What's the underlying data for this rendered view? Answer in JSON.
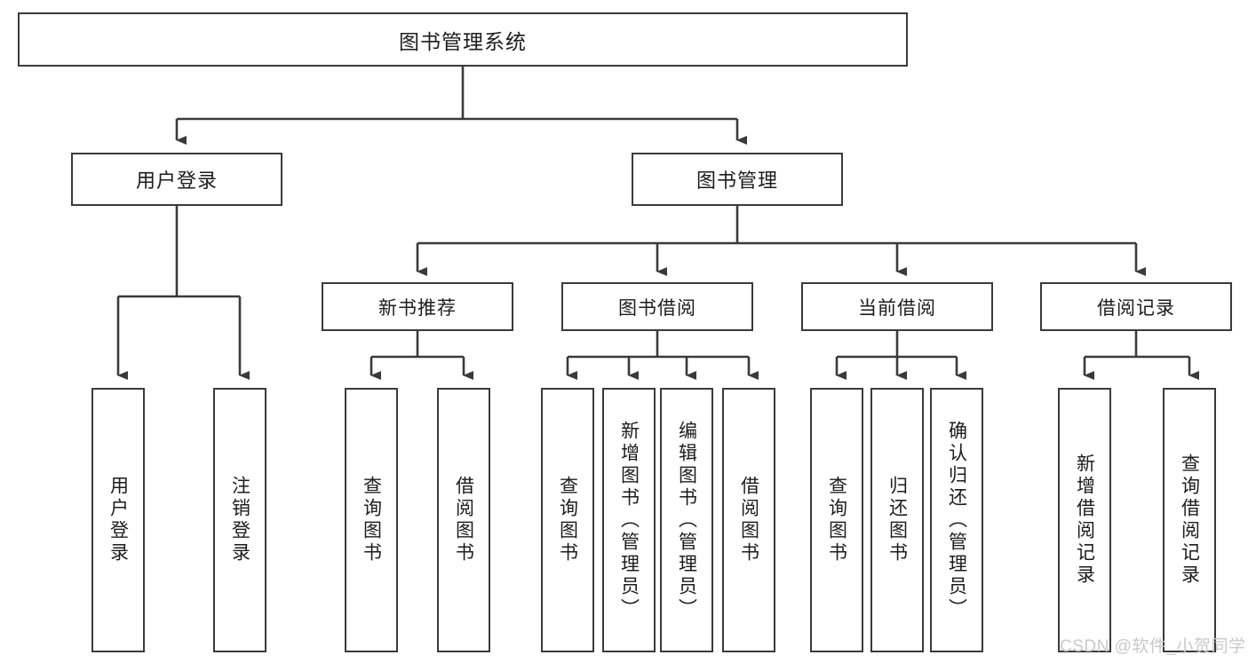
{
  "diagram": {
    "title_box": {
      "label": "图书管理系统"
    },
    "level1": [
      {
        "id": "user-login",
        "label": "用户登录"
      },
      {
        "id": "book-management",
        "label": "图书管理"
      }
    ],
    "level2": [
      {
        "id": "new-book-recommend",
        "label": "新书推荐"
      },
      {
        "id": "book-borrow",
        "label": "图书借阅"
      },
      {
        "id": "current-borrow",
        "label": "当前借阅"
      },
      {
        "id": "borrow-record",
        "label": "借阅记录"
      }
    ],
    "leaves": {
      "user_login": [
        {
          "id": "leaf-user-login",
          "label": "用户登录"
        },
        {
          "id": "leaf-logout-login",
          "label": "注销登录"
        }
      ],
      "new_book_recommend": [
        {
          "id": "leaf-query-book-1",
          "label": "查询图书"
        },
        {
          "id": "leaf-borrow-book-1",
          "label": "借阅图书"
        }
      ],
      "book_borrow": [
        {
          "id": "leaf-query-book-2",
          "label": "查询图书"
        },
        {
          "id": "leaf-add-book",
          "label": "新增图书（管理员）"
        },
        {
          "id": "leaf-edit-book",
          "label": "编辑图书（管理员）"
        },
        {
          "id": "leaf-borrow-book-2",
          "label": "借阅图书"
        }
      ],
      "current_borrow": [
        {
          "id": "leaf-query-book-3",
          "label": "查询图书"
        },
        {
          "id": "leaf-return-book",
          "label": "归还图书"
        },
        {
          "id": "leaf-confirm-return",
          "label": "确认归还（管理员）"
        }
      ],
      "borrow_record": [
        {
          "id": "leaf-add-record",
          "label": "新增借阅记录"
        },
        {
          "id": "leaf-query-record",
          "label": "查询借阅记录"
        }
      ]
    },
    "watermark": "CSDN @软件_小贺同学",
    "colors": {
      "stroke": "#3a3a3a",
      "text": "#1c1c1c",
      "background": "#ffffff",
      "watermark": "#c9c9c9"
    }
  }
}
